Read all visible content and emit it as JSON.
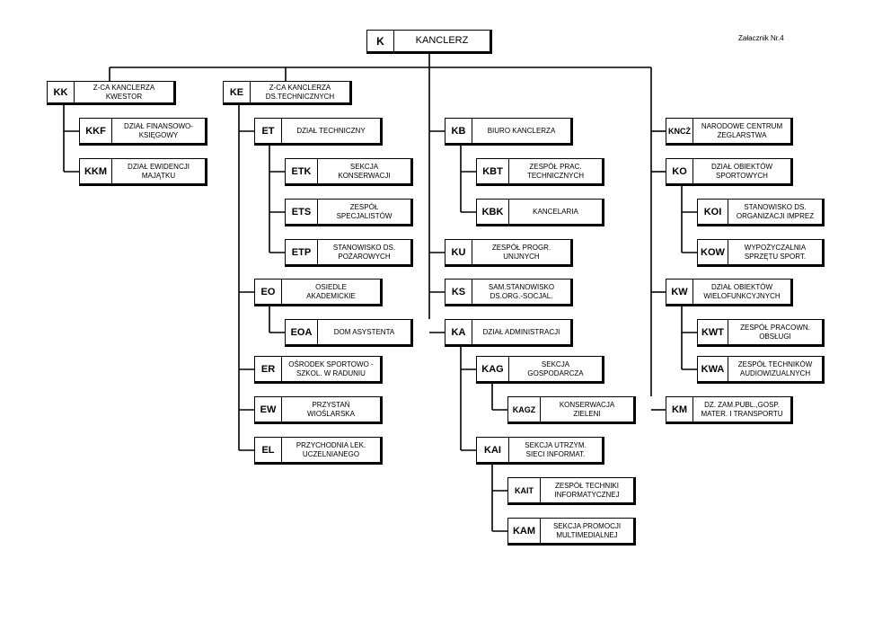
{
  "annex_label": "Załacznik Nr.4",
  "units": [
    {
      "id": "kanclerz",
      "code": "K",
      "name": "KANCLERZ"
    },
    {
      "id": "kk",
      "code": "KK",
      "name": "Z-CA KANCLERZA\nKWESTOR"
    },
    {
      "id": "kkf",
      "code": "KKF",
      "name": "DZIAŁ FINANSOWO-\nKSIĘGOWY"
    },
    {
      "id": "kkm",
      "code": "KKM",
      "name": "DZIAŁ EWIDENCJI\nMAJĄTKU"
    },
    {
      "id": "ke",
      "code": "KE",
      "name": "Z-CA KANCLERZA\nDS.TECHNICZNYCH"
    },
    {
      "id": "et",
      "code": "ET",
      "name": "DZIAŁ TECHNICZNY"
    },
    {
      "id": "etk",
      "code": "ETK",
      "name": "SEKCJA\nKONSERWACJI"
    },
    {
      "id": "ets",
      "code": "ETS",
      "name": "ZESPÓŁ\nSPECJALISTÓW"
    },
    {
      "id": "etp",
      "code": "ETP",
      "name": "STANOWISKO DS.\nPOŻAROWYCH"
    },
    {
      "id": "eo",
      "code": "EO",
      "name": "OSIEDLE\nAKADEMICKIE"
    },
    {
      "id": "eoa",
      "code": "EOA",
      "name": "DOM ASYSTENTA"
    },
    {
      "id": "er",
      "code": "ER",
      "name": "OŚRODEK SPORTOWO -\nSZKOL. W RADUNIU"
    },
    {
      "id": "ew",
      "code": "EW",
      "name": "PRZYSTAŃ\nWIOŚLARSKA"
    },
    {
      "id": "el",
      "code": "EL",
      "name": "PRZYCHODNIA LEK.\nUCZELNIANEGO"
    },
    {
      "id": "kb",
      "code": "KB",
      "name": "BIURO KANCLERZA"
    },
    {
      "id": "kbt",
      "code": "KBT",
      "name": "ZESPÓŁ PRAC.\nTECHNICZNYCH"
    },
    {
      "id": "kbk",
      "code": "KBK",
      "name": "KANCELARIA"
    },
    {
      "id": "ku",
      "code": "KU",
      "name": "ZESPÓŁ PROGR.\nUNIJNYCH"
    },
    {
      "id": "ks",
      "code": "KS",
      "name": "SAM.STANOWISKO\nDS.ORG.-SOCJAL."
    },
    {
      "id": "ka",
      "code": "KA",
      "name": "DZIAŁ ADMINISTRACJI"
    },
    {
      "id": "kag",
      "code": "KAG",
      "name": "SEKCJA\nGOSPODARCZA"
    },
    {
      "id": "kagz",
      "code": "KAGZ",
      "name": "KONSERWACJA\nZIELENI"
    },
    {
      "id": "kai",
      "code": "KAI",
      "name": "SEKCJA UTRZYM.\nSIECI INFORMAT."
    },
    {
      "id": "kait",
      "code": "KAIT",
      "name": "ZESPÓŁ TECHNIKI\nINFORMATYCZNEJ"
    },
    {
      "id": "kam",
      "code": "KAM",
      "name": "SEKCJA PROMOCJI\nMULTIMEDIALNEJ"
    },
    {
      "id": "kncz",
      "code": "KNCŻ",
      "name": "NARODOWE CENTRUM\nŻEGLARSTWA"
    },
    {
      "id": "ko",
      "code": "KO",
      "name": "DZIAŁ OBIEKTÓW\nSPORTOWYCH"
    },
    {
      "id": "koi",
      "code": "KOI",
      "name": "STANOWISKO DS.\nORGANIZACJI IMPREZ"
    },
    {
      "id": "kow",
      "code": "KOW",
      "name": "WYPOŻYCZALNIA\nSPRZĘTU SPORT."
    },
    {
      "id": "kw",
      "code": "KW",
      "name": "DZIAŁ OBIEKTÓW\nWIELOFUNKCYJNYCH"
    },
    {
      "id": "kwt",
      "code": "KWT",
      "name": "ZESPÓŁ PRACOWN.\nOBSŁUGI"
    },
    {
      "id": "kwa",
      "code": "KWA",
      "name": "ZESPÓŁ TECHNIKÓW\nAUDIOWIZUALNYCH"
    },
    {
      "id": "km",
      "code": "KM",
      "name": "DZ. ZAM.PUBL.,GOSP.\nMATER. I TRANSPORTU"
    }
  ]
}
